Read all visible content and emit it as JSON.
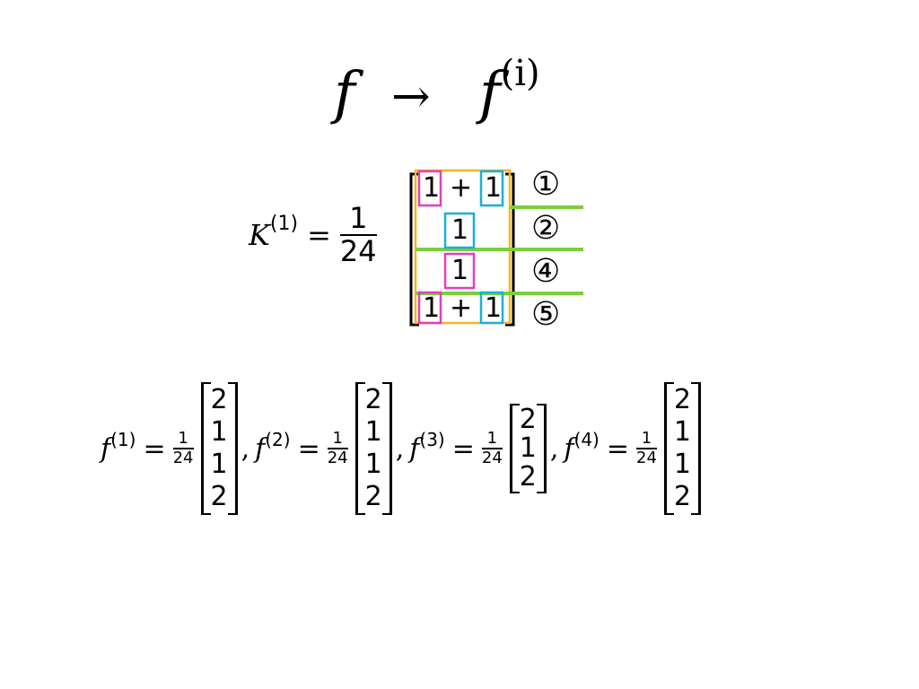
{
  "heading": {
    "f": "f",
    "arrow": "→",
    "f2": "f",
    "superscript": "(i)"
  },
  "kernel": {
    "symbol": "K",
    "superscript": "(1)",
    "equals": "=",
    "frac_num": "1",
    "frac_den": "24",
    "rows": [
      {
        "left": "1",
        "plus": "+",
        "right": "1",
        "label": "①"
      },
      {
        "center": "1",
        "label": "②"
      },
      {
        "center": "1",
        "label": "④"
      },
      {
        "left": "1",
        "plus": "+",
        "right": "1",
        "label": "⑤"
      }
    ],
    "colors": {
      "magenta_box": "#e040c0",
      "cyan_box": "#1ab0d8",
      "gold_box": "#f0b820",
      "green_line": "#7ccf3c"
    }
  },
  "vectors": [
    {
      "symbol": "f",
      "superscript": "(1)",
      "equals": "=",
      "frac_num": "1",
      "frac_den": "24",
      "values": [
        "2",
        "1",
        "1",
        "2"
      ],
      "sep": ","
    },
    {
      "symbol": "f",
      "superscript": "(2)",
      "equals": "=",
      "frac_num": "1",
      "frac_den": "24",
      "values": [
        "2",
        "1",
        "1",
        "2"
      ],
      "sep": ","
    },
    {
      "symbol": "f",
      "superscript": "(3)",
      "equals": "=",
      "frac_num": "1",
      "frac_den": "24",
      "values": [
        "2",
        "1",
        "2"
      ],
      "sep": ","
    },
    {
      "symbol": "f",
      "superscript": "(4)",
      "equals": "=",
      "frac_num": "1",
      "frac_den": "24",
      "values": [
        "2",
        "1",
        "1",
        "2"
      ],
      "sep": ""
    }
  ]
}
